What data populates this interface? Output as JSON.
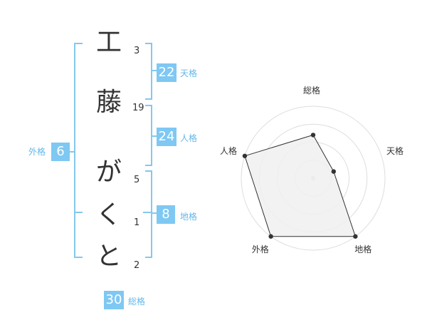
{
  "name": {
    "characters": [
      {
        "char": "工",
        "strokes": "3"
      },
      {
        "char": "藤",
        "strokes": "19"
      },
      {
        "char": "が",
        "strokes": "5"
      },
      {
        "char": "く",
        "strokes": "1"
      },
      {
        "char": "と",
        "strokes": "2"
      }
    ]
  },
  "scores": {
    "tenkaku": {
      "value": "22",
      "label": "天格"
    },
    "jinkaku": {
      "value": "24",
      "label": "人格"
    },
    "chikaku": {
      "value": "8",
      "label": "地格"
    },
    "gaikaku": {
      "value": "6",
      "label": "外格"
    },
    "soukaku": {
      "value": "30",
      "label": "総格"
    }
  },
  "chart_data": {
    "type": "radar",
    "axes": [
      "総格",
      "天格",
      "地格",
      "外格",
      "人格"
    ],
    "values": [
      0.6,
      0.3,
      1.0,
      1.0,
      1.0
    ],
    "rings": 4,
    "colors": {
      "fill": "#f0f0f0",
      "line": "#333333",
      "grid": "#dddddd",
      "accent": "#7ec8f3"
    }
  }
}
